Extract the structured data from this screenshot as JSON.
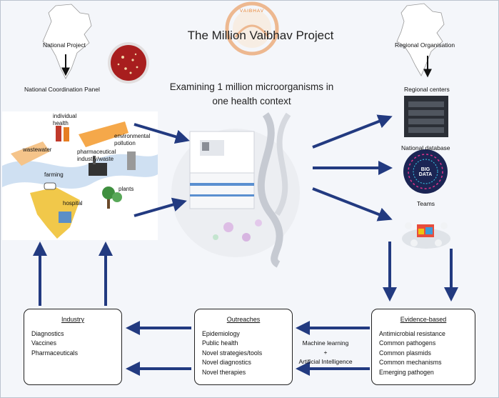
{
  "title": "The Million Vaibhav Project",
  "subtitle": "Examining 1 million microorganisms in one health context",
  "logo_text": "VAIBHAV",
  "left_top": {
    "national_project": "National Project",
    "national_panel": "National Coordination Panel"
  },
  "right_top": {
    "regional_org": "Regional Organisation",
    "regional_centers": "Regional centers",
    "national_database": "National database",
    "big_data": "BIG DATA",
    "teams": "Teams"
  },
  "one_health": {
    "individual_health": "individual health",
    "environmental_pollution": "environmental pollution",
    "wastewater": "wastewater",
    "pharma": "pharmaceutical industry/waste",
    "farming": "farming",
    "plants": "plants",
    "hospital": "hospital"
  },
  "industry": {
    "heading": "Industry",
    "items": [
      "Diagnostics",
      "Vaccines",
      "Pharmaceuticals"
    ]
  },
  "outreaches": {
    "heading": "Outreaches",
    "items": [
      "Epidemiology",
      "Public health",
      "Novel strategies/tools",
      "Novel diagnostics",
      "Novel therapies"
    ]
  },
  "evidence": {
    "heading": "Evidence-based",
    "items": [
      "Antimicrobial resistance",
      "Common pathogens",
      "Common plasmids",
      "Common mechanisms",
      "Emerging pathogen"
    ]
  },
  "ml": {
    "line1": "Machine learning",
    "line2": "+",
    "line3": "Artificial Intelligence"
  },
  "colors": {
    "arrow": "#223a80",
    "river": "#cfe0f2",
    "logo": "#e8873a"
  }
}
